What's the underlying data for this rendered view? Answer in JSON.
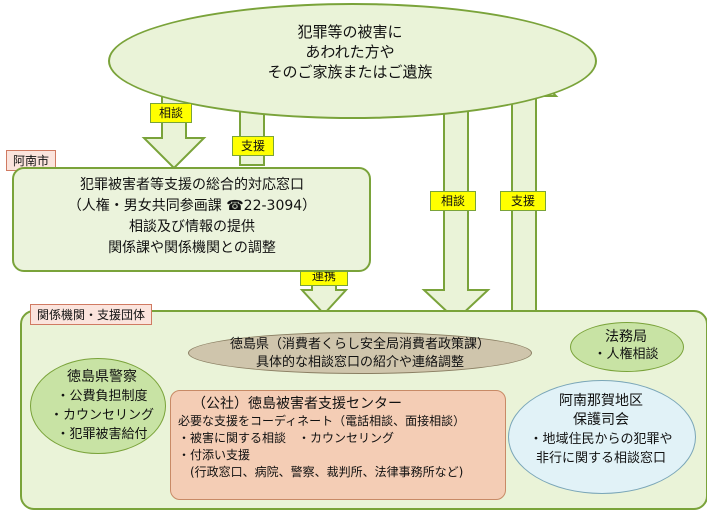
{
  "victim": {
    "lines": [
      "犯罪等の被害に",
      "あわれた方や",
      "そのご家族またはご遺族"
    ]
  },
  "city": {
    "tag": "阿南市",
    "lines": [
      "犯罪被害者等支援の総合的対応窓口",
      "（人権・男女共同参画課 ☎22-3094）",
      "相談及び情報の提供",
      "関係課や関係機関との調整"
    ]
  },
  "arrow_labels": {
    "consult": "相談",
    "support": "支援",
    "cooperation": "連携"
  },
  "orgs": {
    "tag": "関係機関・支援団体",
    "prefecture": {
      "line1": "徳島県（消費者くらし安全局消費者政策課）",
      "line2": "具体的な相談窓口の紹介や連絡調整"
    },
    "police": {
      "title": "徳島県警察",
      "items": [
        "・公費負担制度",
        "・カウンセリング",
        "・犯罪被害給付"
      ]
    },
    "legal": {
      "title": "法務局",
      "item": "・人権相談"
    },
    "center": {
      "title": "（公社）徳島被害者支援センター",
      "lines": [
        "必要な支援をコーディネート（電話相談、面接相談）",
        "・被害に関する相談　・カウンセリング",
        "・付添い支援",
        "(行政窓口、病院、警察、裁判所、法律事務所など)"
      ]
    },
    "probation": {
      "title1": "阿南那賀地区",
      "title2": "保護司会",
      "lines": [
        "・地域住民からの犯罪や",
        "非行に関する相談窓口"
      ]
    }
  },
  "colors": {
    "arrow_fill": "#eaf3d8",
    "arrow_stroke": "#7aa33a",
    "label_fill": "#ffff00"
  }
}
